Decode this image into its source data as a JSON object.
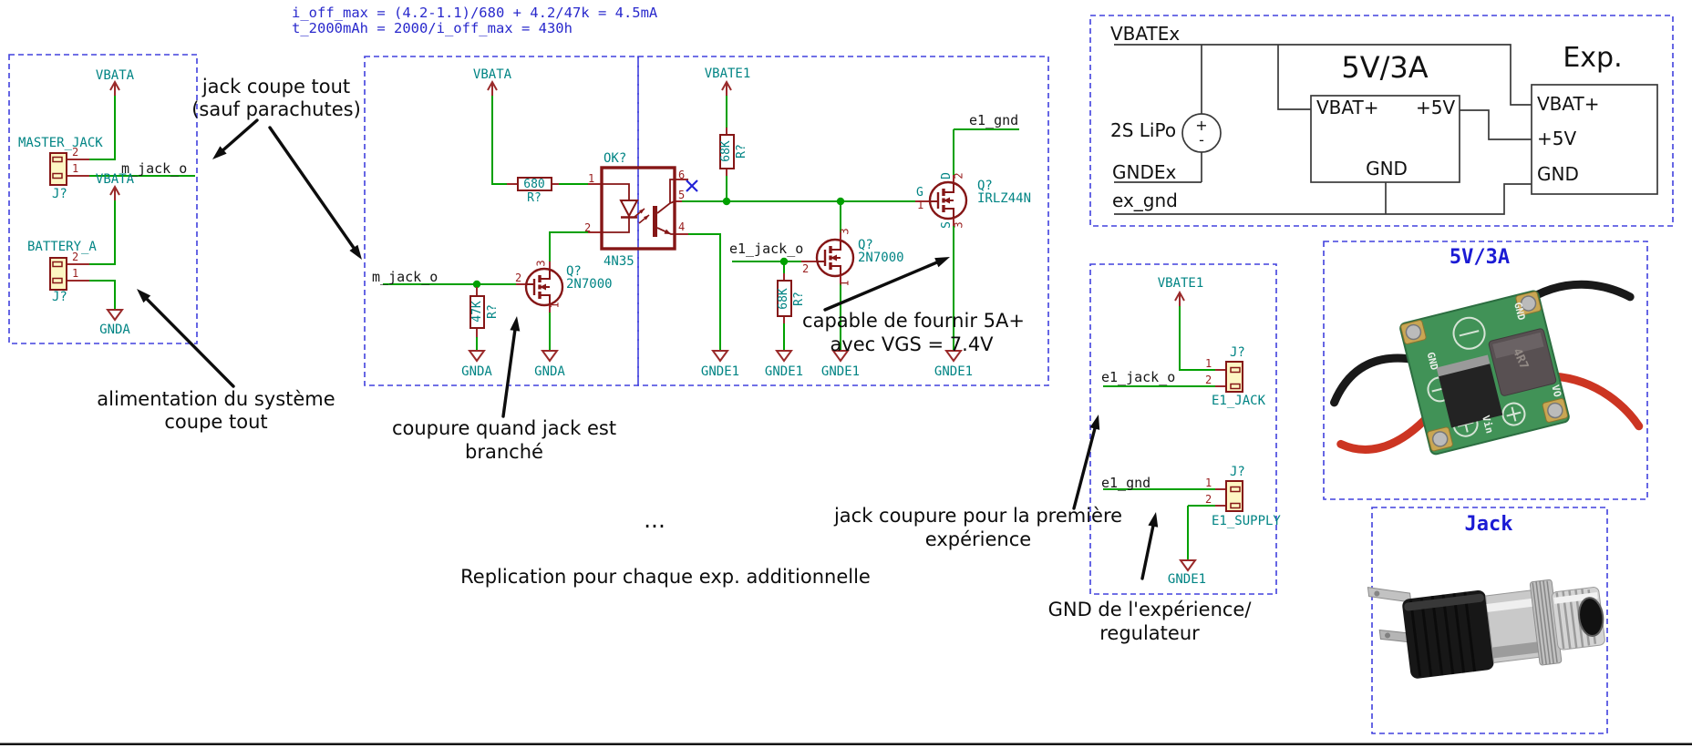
{
  "formula": {
    "line1": "i_off_max = (4.2-1.1)/680 + 4.2/47k = 4.5mA",
    "line2": "t_2000mAh = 2000/i_off_max = 430h"
  },
  "power": {
    "vbata": "VBATA",
    "gnda": "GNDA",
    "vbate1": "VBATE1",
    "gnde1": "GNDE1"
  },
  "pins": {
    "n1": "1",
    "n2": "2",
    "n3": "3",
    "n4": "4",
    "n5": "5",
    "n6": "6"
  },
  "refs": {
    "j": "J?",
    "r": "R?",
    "q": "Q?",
    "ok": "OK?"
  },
  "parts": {
    "master_jack": "MASTER_JACK",
    "battery_a": "BATTERY_A",
    "r680": "680",
    "r47k": "47K",
    "r68k": "68K",
    "opto": "4N35",
    "q2n7000": "2N7000",
    "irlz44n": "IRLZ44N",
    "g": "G",
    "d": "D",
    "s": "S"
  },
  "nets": {
    "m_jack_o": "m_jack_o",
    "e1_jack_o": "e1_jack_o",
    "e1_gnd": "e1_gnd"
  },
  "conn": {
    "e1_jack": "E1_JACK",
    "e1_supply": "E1_SUPPLY"
  },
  "block_diagram": {
    "vbatex": "VBATEx",
    "lipo": "2S LiPo",
    "plus": "+",
    "minus": "-",
    "gndex": "GNDEx",
    "ex_gnd": "ex_gnd",
    "reg_title": "5V/3A",
    "vbat_plus": "VBAT+",
    "plus_5v": "+5V",
    "gnd": "GND",
    "exp_title": "Exp."
  },
  "annotations": {
    "jack_cut1": "jack coupe tout",
    "jack_cut2": "(sauf parachutes)",
    "alim1": "alimentation du système",
    "alim2": "coupe tout",
    "coupure1": "coupure quand jack est",
    "coupure2": "branché",
    "capable1": "capable de fournir 5A+",
    "capable2": "avec VGS = 7.4V",
    "dots": "...",
    "replication": "Replication pour chaque exp. additionnelle",
    "jack_coupure1": "jack coupure pour la première",
    "jack_coupure2": "expérience",
    "gnd_exp1": "GND de l'expérience/",
    "gnd_exp2": "regulateur"
  },
  "photos": {
    "reg_label": "5V/3A",
    "jack_label": "Jack",
    "pcb_gnd": "GND",
    "pcb_vin": "Vin",
    "pcb_vo": "VO",
    "pcb_ind": "4R7"
  }
}
